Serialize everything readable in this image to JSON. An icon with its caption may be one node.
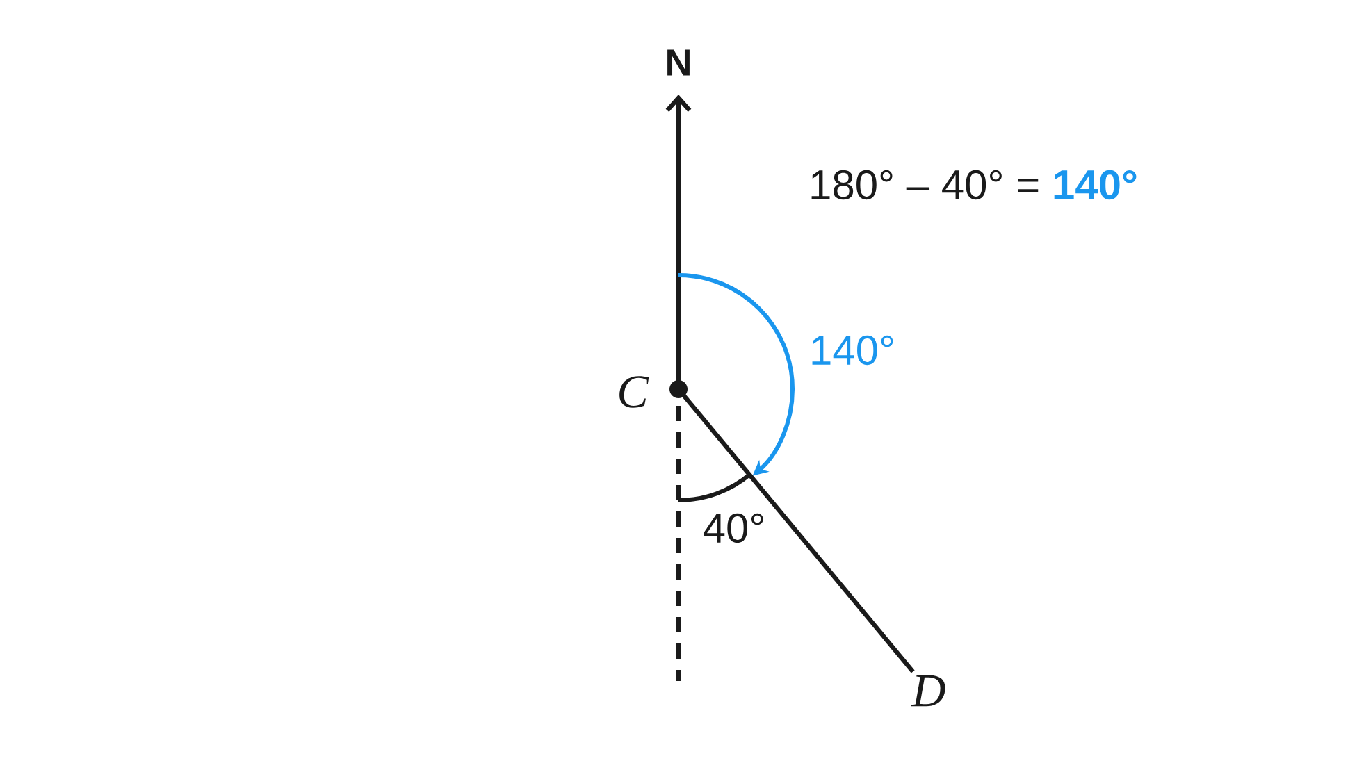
{
  "diagram": {
    "nodes": [
      {
        "text": [],
        "shape": "circle",
        "beside": [
          "C"
        ]
      },
      {
        "text": [
          "D"
        ]
      }
    ],
    "edges": [
      {
        "from": 0,
        "to": 1,
        "arrow": "none"
      }
    ],
    "labels": [
      "N",
      "180° – 40° = **140°**",
      "140°",
      "40°"
    ]
  }
}
